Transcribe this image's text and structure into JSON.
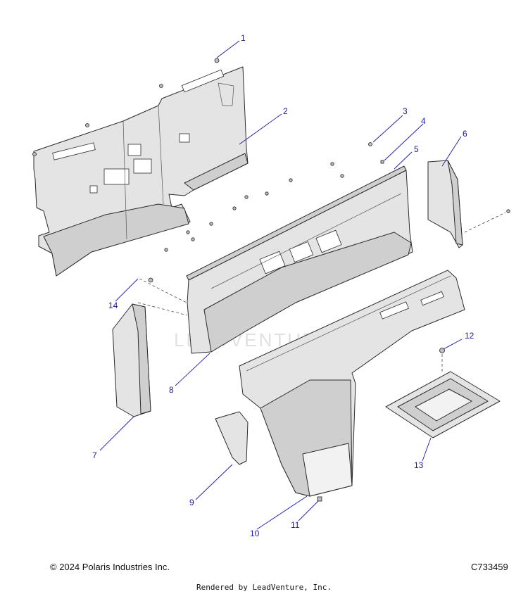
{
  "callouts": [
    "1",
    "2",
    "3",
    "4",
    "5",
    "6",
    "7",
    "8",
    "9",
    "10",
    "11",
    "12",
    "13",
    "14"
  ],
  "watermark": "LEADVENTURE",
  "footer": {
    "copyright": "© 2024 Polaris Industries Inc.",
    "code": "C733459",
    "rendered_by": "Rendered by LeadVenture, Inc."
  }
}
